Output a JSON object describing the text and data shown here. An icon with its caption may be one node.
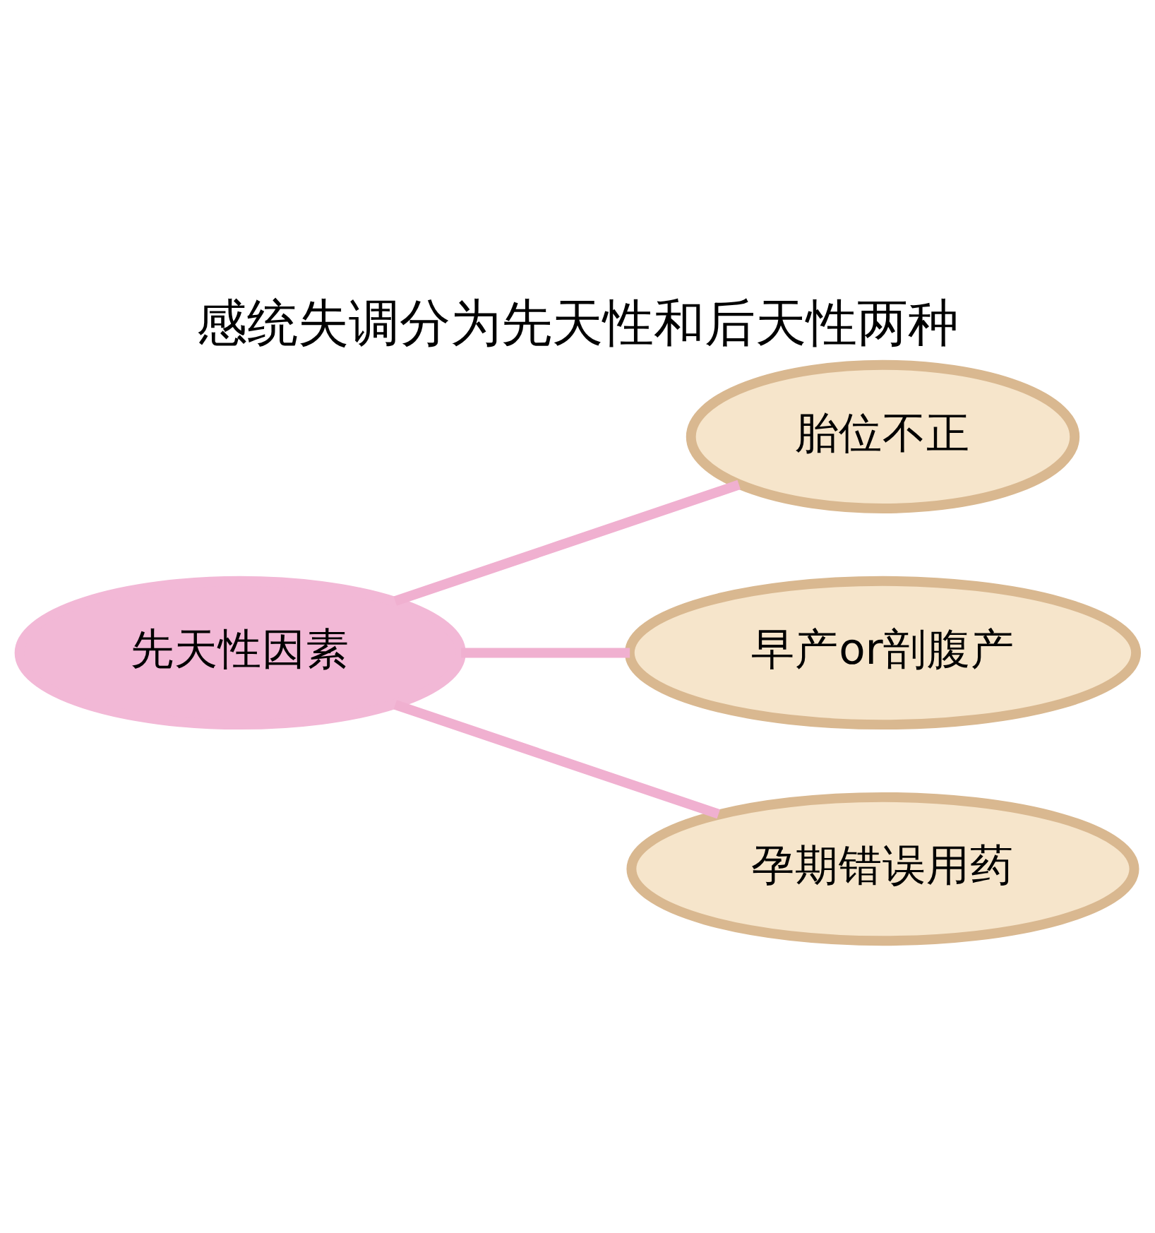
{
  "diagram": {
    "title": "感统失调分为先天性和后天性两种",
    "nodes": [
      {
        "text": [
          "先天性因素"
        ]
      },
      {
        "text": [
          "胎位不正"
        ]
      },
      {
        "text": [
          "早产or剖腹产"
        ]
      },
      {
        "text": [
          "孕期错误用药"
        ]
      }
    ],
    "edges": [
      {
        "from": 0,
        "to": 1,
        "arrow": "none"
      },
      {
        "from": 0,
        "to": 2,
        "arrow": "none"
      },
      {
        "from": 0,
        "to": 3,
        "arrow": "none"
      }
    ]
  }
}
